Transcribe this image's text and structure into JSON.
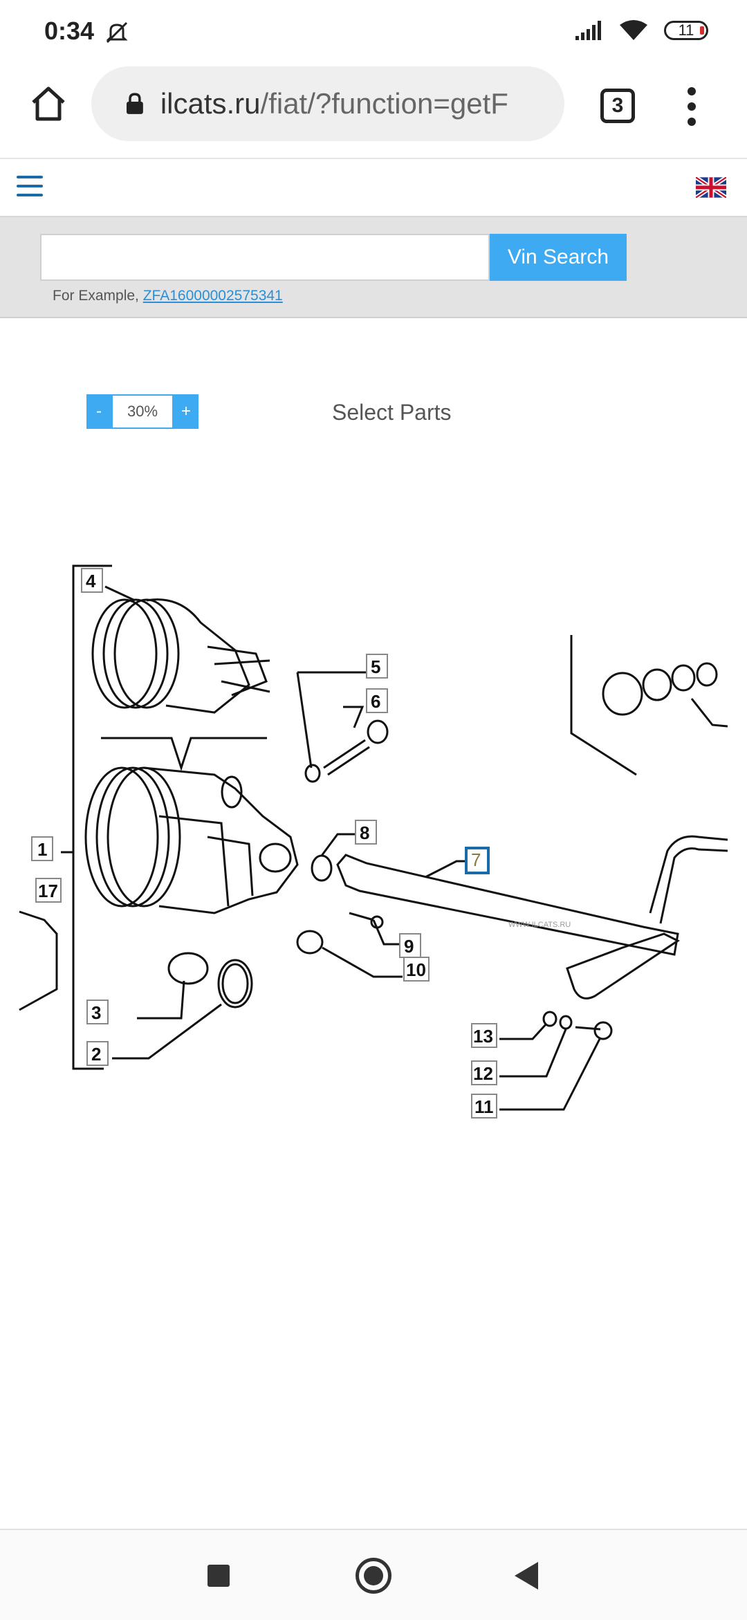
{
  "status": {
    "time": "0:34",
    "battery": "11"
  },
  "browser": {
    "url_host": "ilcats.ru",
    "url_path": "/fiat/?function=getF",
    "tab_count": "3"
  },
  "vin": {
    "button_label": "Vin Search",
    "example_prefix": "For Example,",
    "example_vin": "ZFA16000002575341"
  },
  "zoom": {
    "minus": "-",
    "value": "30%",
    "plus": "+"
  },
  "page": {
    "select_parts": "Select Parts"
  },
  "diagram": {
    "callouts": [
      "4",
      "5",
      "6",
      "1",
      "17",
      "8",
      "7",
      "9",
      "10",
      "3",
      "2",
      "13",
      "12",
      "11"
    ],
    "watermark": "WWW.ILCATS.RU"
  }
}
